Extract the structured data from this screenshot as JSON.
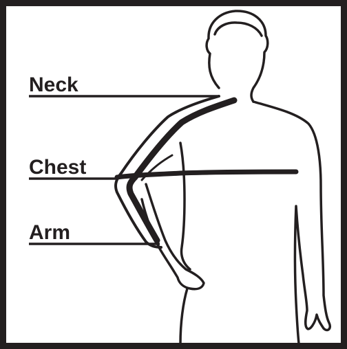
{
  "labels": {
    "neck": "Neck",
    "chest": "Chest",
    "arm": "Arm"
  },
  "colors": {
    "ink": "#231f20",
    "background": "#ffffff"
  }
}
